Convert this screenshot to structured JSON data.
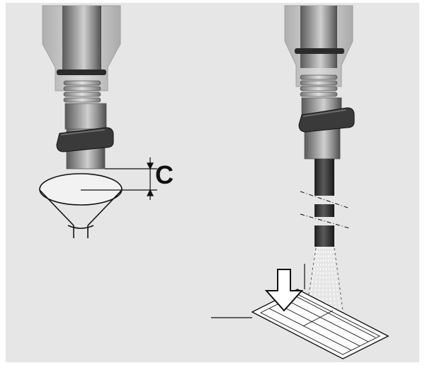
{
  "figure": {
    "dimension_label": "C",
    "colors": {
      "background_panel": "#e6e6e6",
      "metal_dark": "#6e6e6e",
      "metal_light": "#d6d6d6",
      "housing": "#bdbdbd",
      "lever": "#3a3a3a",
      "tube": "#2e2e2e",
      "line": "#111111"
    },
    "parts": [
      "nozzle-assembly-left",
      "funnel",
      "nozzle-assembly-right",
      "hose",
      "spray",
      "drain-grate",
      "down-arrow"
    ]
  }
}
